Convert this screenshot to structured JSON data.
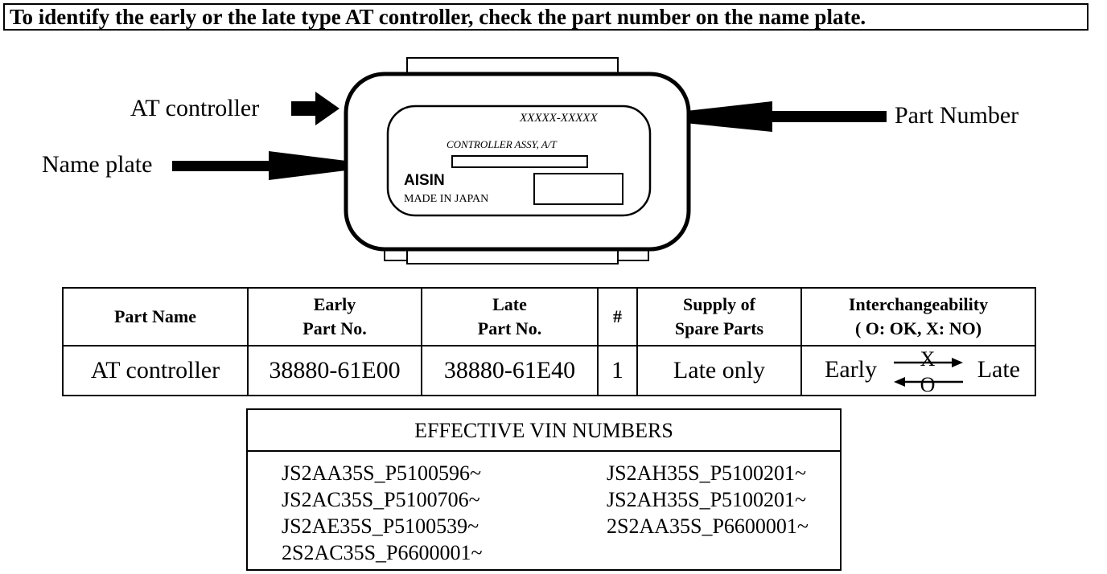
{
  "banner": "To identify the early or the late type AT controller, check the part number on the name plate.",
  "diagram": {
    "labels": {
      "at_controller": "AT controller",
      "name_plate": "Name plate",
      "part_number": "Part Number"
    },
    "plate": {
      "part_no": "XXXXX-XXXXX",
      "assy": "CONTROLLER ASSY, A/T",
      "brand": "AISIN",
      "origin": "MADE IN JAPAN"
    }
  },
  "parts_table": {
    "headers": {
      "part_name": "Part Name",
      "early_line1": "Early",
      "early_line2": "Part No.",
      "late_line1": "Late",
      "late_line2": "Part No.",
      "num": "#",
      "supply_line1": "Supply of",
      "supply_line2": "Spare Parts",
      "interch_line1": "Interchangeability",
      "interch_line2": "( O: OK, X: NO)"
    },
    "row": {
      "part_name": "AT controller",
      "early_part_no": "38880-61E00",
      "late_part_no": "38880-61E40",
      "num": "1",
      "supply": "Late only",
      "interch_early": "Early",
      "interch_late": "Late",
      "forward_mark": "X",
      "backward_mark": "O"
    }
  },
  "vin": {
    "title": "EFFECTIVE VIN NUMBERS",
    "left": [
      "JS2AA35S_P5100596~",
      "JS2AC35S_P5100706~",
      "JS2AE35S_P5100539~",
      "2S2AC35S_P6600001~"
    ],
    "right": [
      "JS2AH35S_P5100201~",
      "JS2AH35S_P5100201~",
      "2S2AA35S_P6600001~"
    ]
  }
}
